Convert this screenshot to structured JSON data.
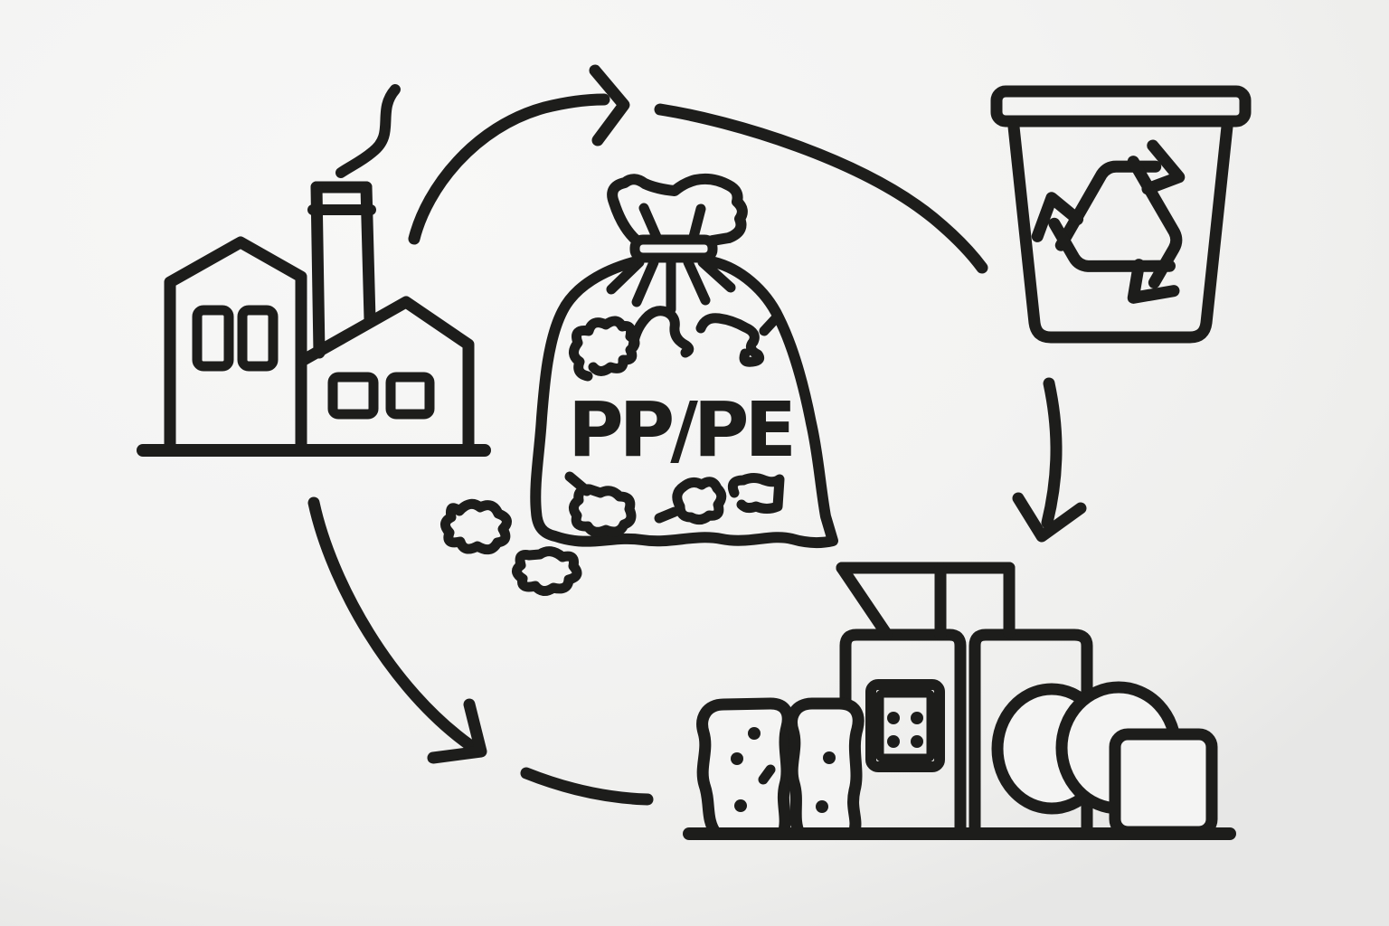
{
  "diagram": {
    "type": "cycle",
    "bag": {
      "label": "PP/PE"
    },
    "nodes": [
      {
        "icon": "factory-icon"
      },
      {
        "icon": "waste-bag-icon"
      },
      {
        "icon": "recycling-bin-icon"
      },
      {
        "icon": "processing-machine-icon"
      }
    ],
    "arrows": [
      {
        "icon": "arrow-factory-to-bag"
      },
      {
        "icon": "arrow-bag-to-bin"
      },
      {
        "icon": "arrow-bin-to-machine"
      },
      {
        "icon": "arrow-factory-to-machine"
      },
      {
        "icon": "arrow-segment-to-machine"
      }
    ],
    "colors": {
      "line": "#1d1d1b",
      "background": "#f2f2f1",
      "background_highlight": "#f8f8f7",
      "background_shade": "#e7e7e6"
    }
  }
}
